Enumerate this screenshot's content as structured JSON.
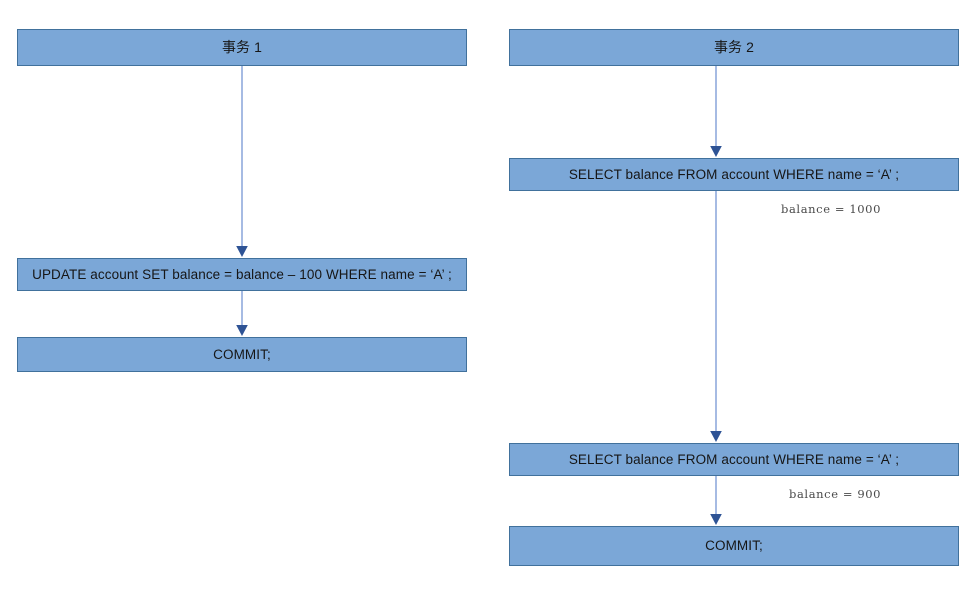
{
  "diagram": {
    "title_alt": "Transaction concurrency sequence diagram",
    "background_color": "#ffffff",
    "node_fill": "#7BA7D7",
    "node_border": "#41719C",
    "node_text_color": "#161616",
    "connector_color": "#8FAADC",
    "arrowhead_color": "#2E5395",
    "annotation_color": "#4a4a4a"
  },
  "lanes": [
    {
      "id": "transaction-1",
      "header": "事务 1",
      "nodes": [
        {
          "id": "t1-update",
          "label": "UPDATE account SET balance = balance – 100 WHERE name =  ‘A’ ;"
        },
        {
          "id": "t1-commit",
          "label": "COMMIT;"
        }
      ],
      "annotations": []
    },
    {
      "id": "transaction-2",
      "header": "事务 2",
      "nodes": [
        {
          "id": "t2-select-1",
          "label": "SELECT balance FROM account WHERE name =  ‘A’ ;"
        },
        {
          "id": "t2-select-2",
          "label": "SELECT balance FROM account WHERE name =  ‘A’ ;"
        },
        {
          "id": "t2-commit",
          "label": "COMMIT;"
        }
      ],
      "annotations": [
        {
          "id": "t2-result-1",
          "label": "balance = 1000"
        },
        {
          "id": "t2-result-2",
          "label": "balance = 900"
        }
      ]
    }
  ]
}
